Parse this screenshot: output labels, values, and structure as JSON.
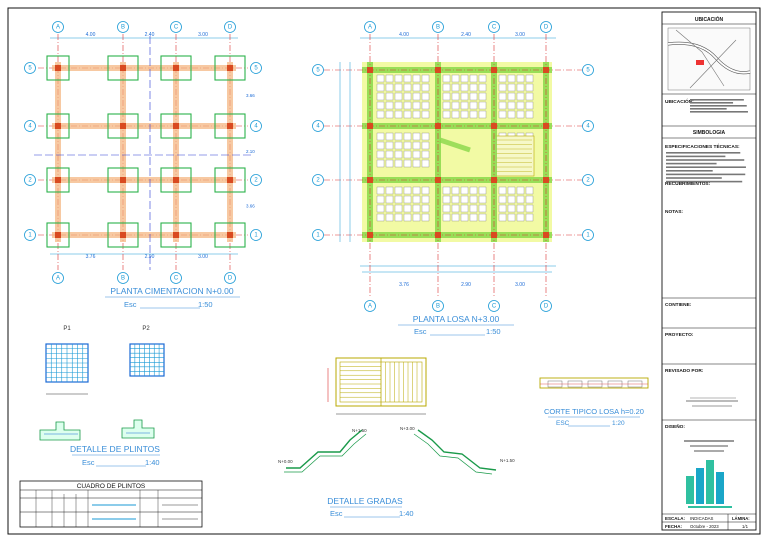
{
  "drawing": {
    "plan_cimentacion": {
      "title": "PLANTA CIMENTACION N+0.00",
      "esc_label": "Esc",
      "scale": "1:50"
    },
    "plan_losa": {
      "title": "PLANTA LOSA N+3.00",
      "esc_label": "Esc",
      "scale": "1:50"
    },
    "detalle_plintos": {
      "title": "DETALLE DE PLINTOS",
      "esc_label": "Esc",
      "scale": "1:40",
      "p1": "P1",
      "p2": "P2"
    },
    "detalle_gradas": {
      "title": "DETALLE GRADAS",
      "esc_label": "Esc",
      "scale": "1:40"
    },
    "corte_losa": {
      "title": "CORTE TIPICO LOSA h=0.20",
      "esc_label": "ESC",
      "scale": "1:20"
    },
    "cuadro": {
      "title": "CUADRO  DE  PLINTOS"
    },
    "grid_cols": [
      "A",
      "B",
      "C",
      "D"
    ],
    "grid_rows": [
      "5",
      "4",
      "2",
      "1"
    ],
    "dims_top": [
      "4.00",
      "2.40",
      "3.00"
    ],
    "dims_bottom": [
      "3.76",
      "2.90",
      "3.00"
    ],
    "levels": [
      "N+3.00",
      "N+1.50",
      "N+1.50",
      "N+0.00"
    ]
  },
  "title_block": {
    "ubicacion_header": "UBICACIÓN",
    "ubicacion_label": "UBICACIÓN:",
    "simbologia": "SIMBOLOGIA",
    "especificaciones": "ESPECIFICACIONES TÉCNICAS:",
    "recubrimientos": "RECUBRIMIENTOS:",
    "notas": "NOTAS:",
    "contiene": "CONTIENE:",
    "proyecto": "PROYECTO:",
    "revisado": "REVISADO POR:",
    "diseno": "DISEÑO:",
    "escala_label": "ESCALA:",
    "escala_value": "INDICADAS",
    "fecha_label": "FECHA:",
    "fecha_value": "Octubre - 2023",
    "lamina_label": "LÁMINA:",
    "lamina_value": "1/1"
  }
}
